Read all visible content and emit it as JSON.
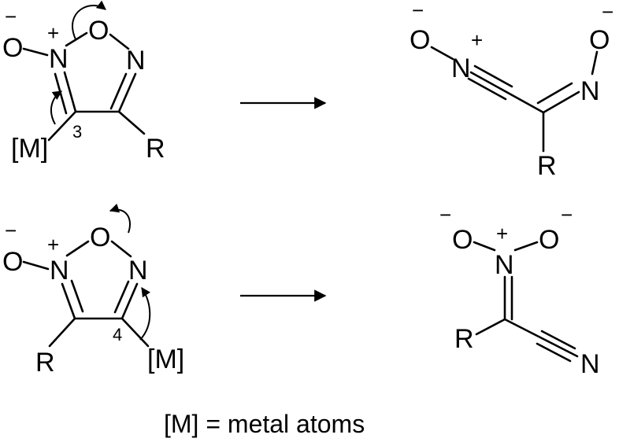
{
  "scheme": {
    "row1": {
      "reactant": {
        "o_minus": "O",
        "o_minus_charge": "−",
        "n_plus": "N",
        "n_plus_charge": "+",
        "ring_o": "O",
        "ring_n": "N",
        "metal": "[M]",
        "position": "3",
        "r": "R"
      },
      "product": {
        "o_left": "O",
        "o_left_charge": "−",
        "n_plus": "N",
        "n_plus_charge": "+",
        "n_oxime": "N",
        "o_right": "O",
        "o_right_charge": "−",
        "r": "R"
      }
    },
    "row2": {
      "reactant": {
        "o_minus": "O",
        "o_minus_charge": "−",
        "n_plus": "N",
        "n_plus_charge": "+",
        "ring_o": "O",
        "ring_n": "N",
        "metal": "[M]",
        "position": "4",
        "r": "R"
      },
      "product": {
        "o_left": "O",
        "o_left_charge": "−",
        "n_plus": "N",
        "n_plus_charge": "+",
        "o_right": "O",
        "o_right_charge": "−",
        "r": "R",
        "nitrile_n": "N"
      }
    },
    "caption": "[M] = metal atoms"
  }
}
